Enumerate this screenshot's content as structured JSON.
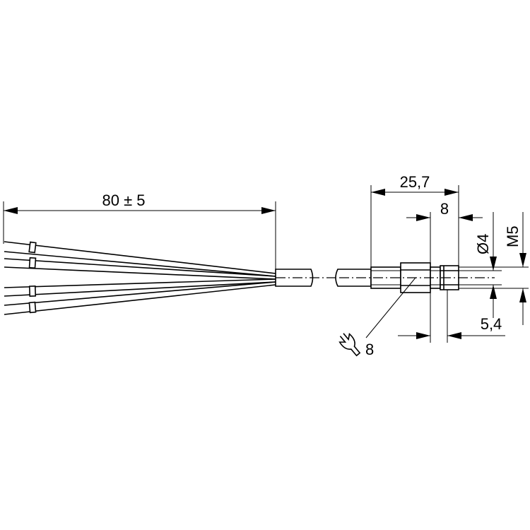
{
  "dimensions": {
    "cable_length": "80 ± 5",
    "overall_length": "25,7",
    "nut_to_tip": "8",
    "core_diameter": "Ø4",
    "thread": "M5",
    "thread_length": "5,4",
    "wrench_size": "8"
  },
  "icons": {
    "wrench": "wrench-icon"
  }
}
